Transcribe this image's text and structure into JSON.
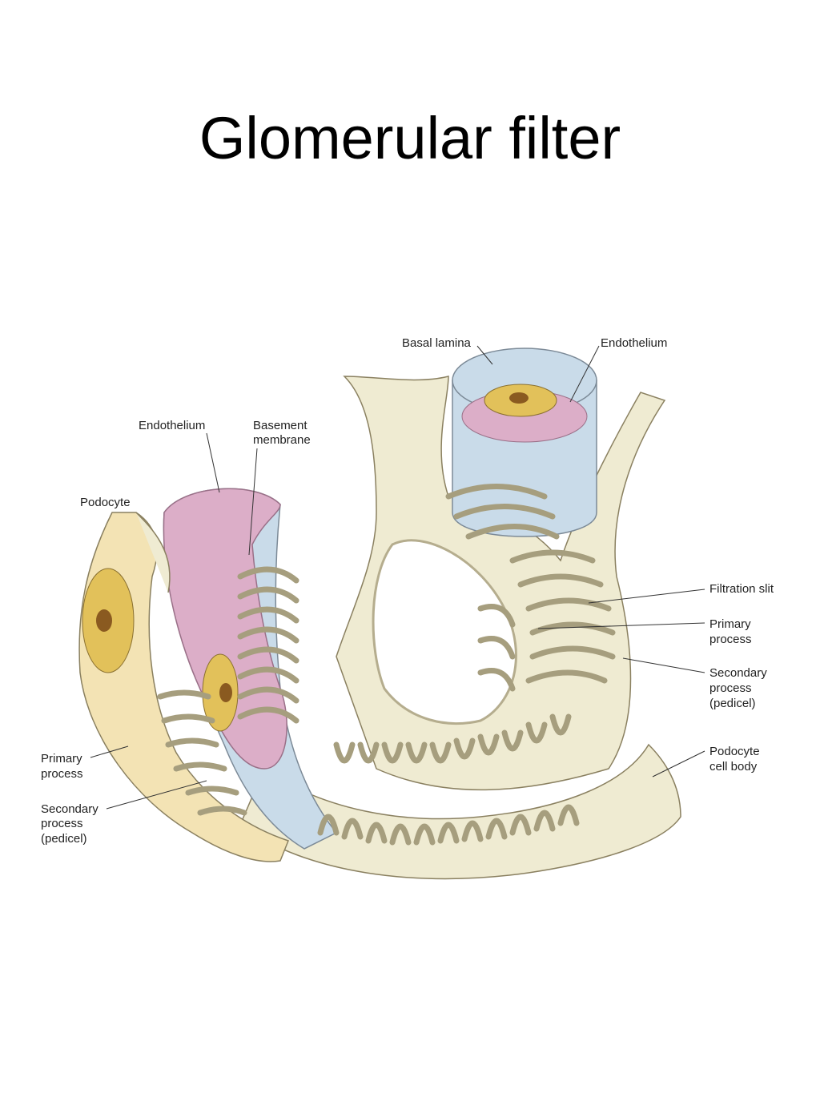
{
  "title": "Glomerular filter",
  "labels": {
    "basal_lamina": "Basal lamina",
    "endothelium_top": "Endothelium",
    "endothelium_left": "Endothelium",
    "basement_membrane_1": "Basement",
    "basement_membrane_2": "membrane",
    "podocyte": "Podocyte",
    "filtration_slit": "Filtration slit",
    "primary_process_right_1": "Primary",
    "primary_process_right_2": "process",
    "secondary_process_right_1": "Secondary",
    "secondary_process_right_2": "process",
    "secondary_process_right_3": "(pedicel)",
    "podocyte_cell_body_1": "Podocyte",
    "podocyte_cell_body_2": "cell body",
    "primary_process_left_1": "Primary",
    "primary_process_left_2": "process",
    "secondary_process_left_1": "Secondary",
    "secondary_process_left_2": "process",
    "secondary_process_left_3": "(pedicel)"
  },
  "colors": {
    "podocyte_cream": "#efebd2",
    "cytoplasm_tan": "#f3e3b4",
    "nucleus": "#e2c15a",
    "endothelium_pink": "#dcaec8",
    "basement_blue": "#c9dbe9",
    "shadow": "#b5ad8e"
  }
}
